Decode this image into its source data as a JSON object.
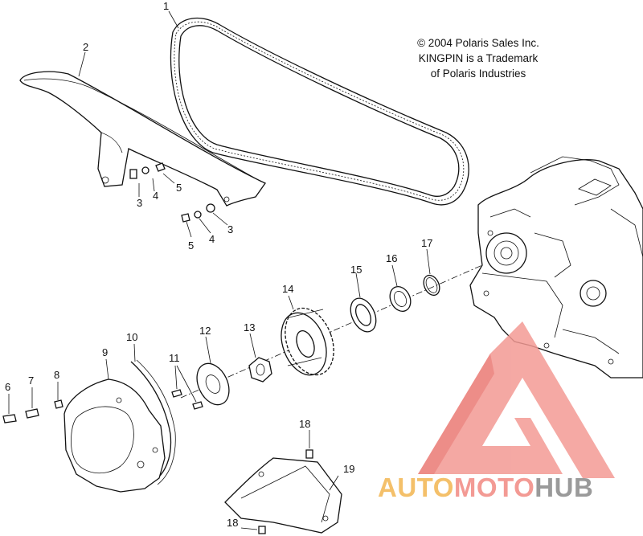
{
  "copyright": {
    "line1": "© 2004 Polaris Sales Inc.",
    "line2": "KINGPIN is a Trademark",
    "line3": "of Polaris Industries"
  },
  "callouts": [
    "1",
    "2",
    "3",
    "4",
    "5",
    "5",
    "4",
    "3",
    "6",
    "7",
    "8",
    "9",
    "10",
    "11",
    "12",
    "13",
    "14",
    "15",
    "16",
    "17",
    "18",
    "19",
    "18"
  ],
  "watermark": {
    "part1": "AUTO",
    "part2": "MOTO",
    "part3": "HUB",
    "color_yellow": "#f4c06a",
    "color_red": "#f39a94",
    "color_gray": "#9a9a9a"
  }
}
